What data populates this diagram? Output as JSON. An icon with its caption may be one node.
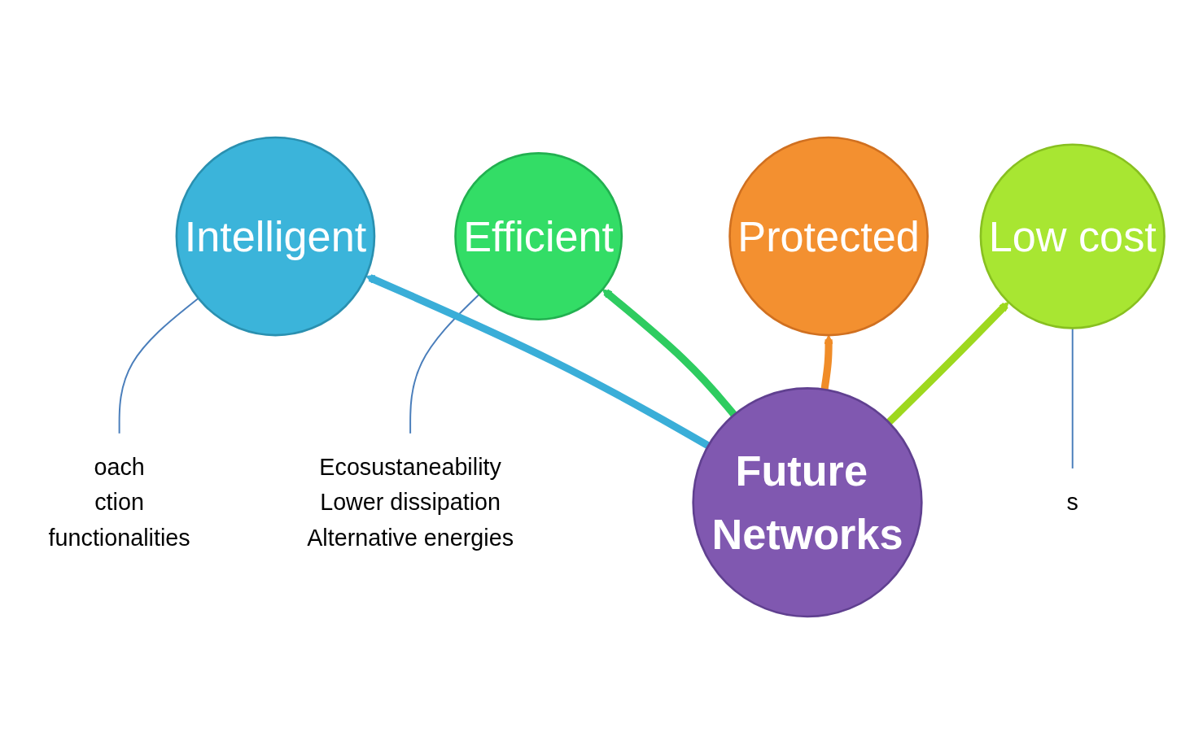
{
  "diagram": {
    "nodes": [
      {
        "text": [
          "oach",
          "ction",
          "functionalities"
        ]
      },
      {
        "text": [
          "Intelligent"
        ]
      },
      {
        "text": [
          "Ecosustaneability",
          "Lower dissipation",
          "Alternative energies"
        ]
      },
      {
        "text": [
          "Efficient"
        ]
      },
      {
        "text": [
          "Protected"
        ]
      },
      {
        "text": [
          "s"
        ]
      },
      {
        "text": [
          "Low cost"
        ]
      },
      {
        "text": [
          "Future Networks"
        ]
      }
    ],
    "edges": [
      {
        "from": 0,
        "to": 1,
        "arrow": "none",
        "color": "#4a7ebb"
      },
      {
        "from": 2,
        "to": 3,
        "arrow": "none",
        "color": "#4a7ebb"
      },
      {
        "from": 5,
        "to": 6,
        "arrow": "none",
        "color": "#4a7ebb"
      },
      {
        "from": 7,
        "to": 1,
        "arrow": "to",
        "color": "#3aaed8"
      },
      {
        "from": 7,
        "to": 3,
        "arrow": "to",
        "color": "#2ecc60"
      },
      {
        "from": 7,
        "to": 4,
        "arrow": "to",
        "color": "#f08c28"
      },
      {
        "from": 7,
        "to": 6,
        "arrow": "to",
        "color": "#9ed81e"
      }
    ]
  }
}
